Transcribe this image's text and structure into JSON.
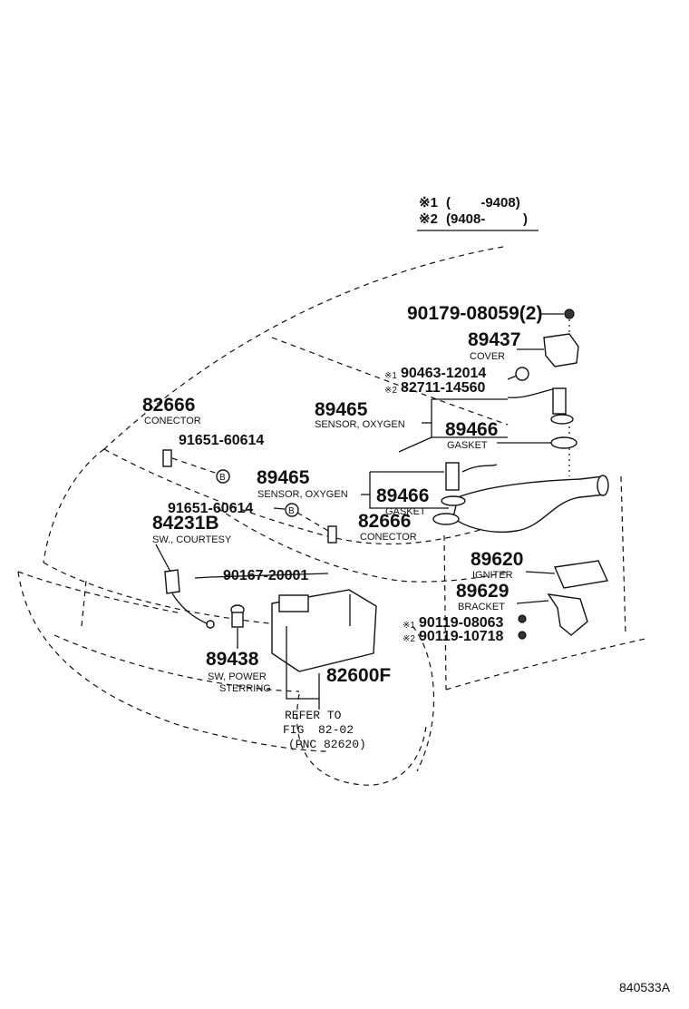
{
  "legend": {
    "row1": {
      "mark": "※1",
      "range": "(        -9408)"
    },
    "row2": {
      "mark": "※2",
      "range": "(9408-          )"
    }
  },
  "parts": {
    "p90179": {
      "number": "90179-08059(2)"
    },
    "p89437": {
      "number": "89437",
      "name": "COVER"
    },
    "p90463": {
      "mark": "※1",
      "number": "90463-12014"
    },
    "p82711": {
      "mark": "※2",
      "number": "82711-14560"
    },
    "p89465a": {
      "number": "89465",
      "name": "SENSOR, OXYGEN"
    },
    "p89466a": {
      "number": "89466",
      "name": "GASKET"
    },
    "p82666a": {
      "number": "82666",
      "name": "CONECTOR"
    },
    "p91651a": {
      "number": "91651-60614"
    },
    "p89465b": {
      "number": "89465",
      "name": "SENSOR, OXYGEN"
    },
    "p89466b": {
      "number": "89466",
      "name": "GASKET"
    },
    "p91651b": {
      "number": "91651-60614"
    },
    "p82666b": {
      "number": "82666",
      "name": "CONECTOR"
    },
    "p84231": {
      "number": "84231B",
      "name": "SW., COURTESY"
    },
    "p90167": {
      "number": "90167-20001"
    },
    "p89620": {
      "number": "89620",
      "name": "IGNITER"
    },
    "p89629": {
      "number": "89629",
      "name": "BRACKET"
    },
    "p90119a": {
      "mark": "※1",
      "number": "90119-08063"
    },
    "p90119b": {
      "mark": "※2",
      "number": "90119-10718"
    },
    "p89438": {
      "number": "89438",
      "name1": "SW, POWER",
      "name2": "STERRING"
    },
    "p82600": {
      "number": "82600F"
    }
  },
  "refer": {
    "line1": "REFER TO",
    "line2": "FIG  82-02",
    "line3": "(PNC 82620)"
  },
  "bolt_symbol": "B",
  "figure_id": "840533A"
}
